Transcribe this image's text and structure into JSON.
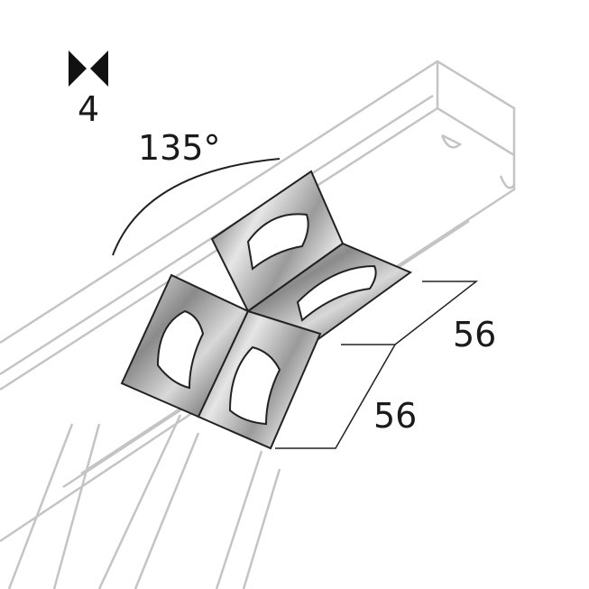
{
  "quantity": {
    "icon": "bowtie-quantity-icon",
    "value": "4"
  },
  "angle_label": "135°",
  "dimensions": {
    "width": "56",
    "height": "56"
  },
  "colors": {
    "outline": "#c8c8c8",
    "metal_dark": "#3a3a3a",
    "metal_light": "#e0e0e0",
    "text": "#1a1a1a"
  }
}
